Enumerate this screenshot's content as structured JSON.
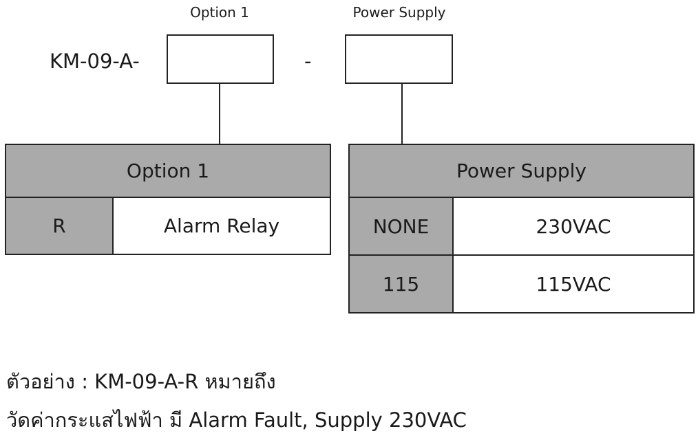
{
  "labels": {
    "option1_caption": "Option 1",
    "power_caption": "Power Supply",
    "code_prefix": "KM-09-A-",
    "separator": "-"
  },
  "option1_table": {
    "header": "Option 1",
    "rows": [
      {
        "code": "R",
        "description": "Alarm Relay"
      }
    ]
  },
  "power_table": {
    "header": "Power Supply",
    "rows": [
      {
        "code": "NONE",
        "description": "230VAC"
      },
      {
        "code": "115",
        "description": "115VAC"
      }
    ]
  },
  "example": {
    "line1": "ตัวอย่าง : KM-09-A-R หมายถึง",
    "line2": "วัดค่ากระแสไฟฟ้า มี Alarm Fault, Supply 230VAC"
  },
  "colors": {
    "header_fill": "#aaaaaa",
    "line": "#222222"
  }
}
